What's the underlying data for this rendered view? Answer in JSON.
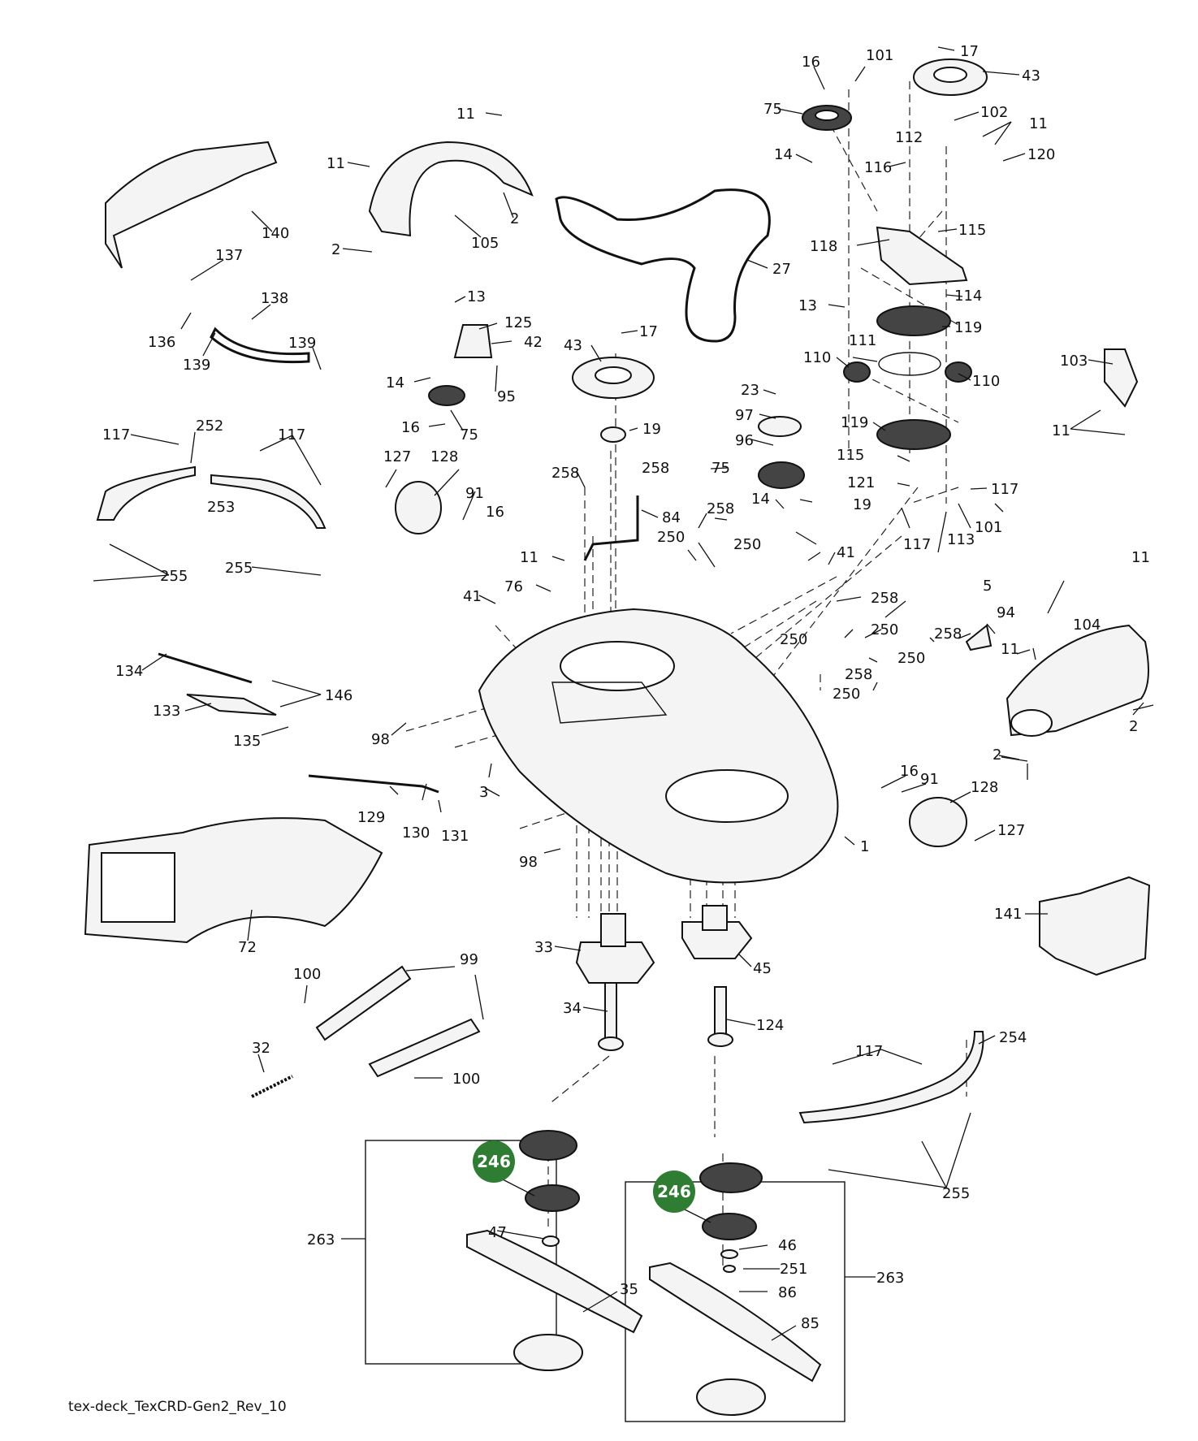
{
  "caption": "tex-deck_TexCRD-Gen2_Rev_10",
  "highlight_color": "#2e7d32",
  "highlight_callout": "246",
  "part_labels": {
    "p17a": "17",
    "p43a": "43",
    "p16a": "16",
    "p101a": "101",
    "p75a": "75",
    "p102": "102",
    "p11a": "11",
    "p112": "112",
    "p120": "120",
    "p14a": "14",
    "p116": "116",
    "p11b": "11",
    "p11c": "11",
    "p2a": "2",
    "p2b": "2",
    "p105": "105",
    "p140": "140",
    "p27": "27",
    "p118": "118",
    "p115a": "115",
    "p114": "114",
    "p13a": "13",
    "p119a": "119",
    "p137": "137",
    "p138": "138",
    "p136": "136",
    "p139a": "139",
    "p139b": "139",
    "p13b": "13",
    "p125": "125",
    "p42": "42",
    "p14b": "14",
    "p95": "95",
    "p16b": "16",
    "p75b": "75",
    "p43b": "43",
    "p17b": "17",
    "p111": "111",
    "p110a": "110",
    "p110b": "110",
    "p103": "103",
    "p11d": "11",
    "p23": "23",
    "p97": "97",
    "p96": "96",
    "p19a": "19",
    "p119b": "119",
    "p117a": "117",
    "p252": "252",
    "p117b": "117",
    "p253": "253",
    "p255a": "255",
    "p255b": "255",
    "p127a": "127",
    "p128a": "128",
    "p91a": "91",
    "p16c": "16",
    "p258a": "258",
    "p258b": "258",
    "p84": "84",
    "p75c": "75",
    "p14c": "14",
    "p115b": "115",
    "p121": "121",
    "p117c": "117",
    "p19b": "19",
    "p101b": "101",
    "p113": "113",
    "p117d": "117",
    "p258c": "258",
    "p250a": "250",
    "p250b": "250",
    "p11e": "11",
    "p76": "76",
    "p41a": "41",
    "p41b": "41",
    "p258d": "258",
    "p250c": "250",
    "p250d": "250",
    "p5": "5",
    "p94": "94",
    "p258e": "258",
    "p11f": "11",
    "p104": "104",
    "p11g": "11",
    "p250e": "250",
    "p258f": "258",
    "p250f": "250",
    "p2c": "2",
    "p2d": "2",
    "p134": "134",
    "p146": "146",
    "p133": "133",
    "p135": "135",
    "p98a": "98",
    "p3": "3",
    "p16d": "16",
    "p91b": "91",
    "p128b": "128",
    "p129": "129",
    "p130": "130",
    "p131": "131",
    "p127b": "127",
    "p1": "1",
    "p98b": "98",
    "p72": "72",
    "p141": "141",
    "p33": "33",
    "p45": "45",
    "p100a": "100",
    "p99": "99",
    "p34": "34",
    "p124": "124",
    "p32": "32",
    "p100b": "100",
    "p117e": "117",
    "p254": "254",
    "p255c": "255",
    "p263a": "263",
    "p47": "47",
    "p35": "35",
    "p263b": "263",
    "p46": "46",
    "p251": "251",
    "p86": "86",
    "p85": "85"
  }
}
